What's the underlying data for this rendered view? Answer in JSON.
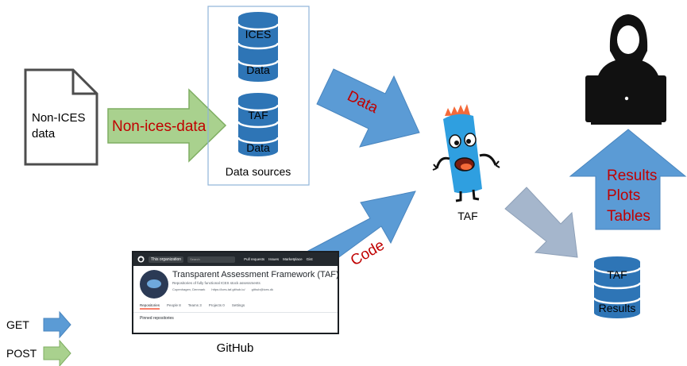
{
  "non_ices_doc": {
    "line1": "Non-ICES",
    "line2": "data"
  },
  "arrow_non_ices": {
    "label": "Non-ices-data"
  },
  "data_sources": {
    "caption": "Data sources",
    "ices_db": {
      "top": "ICES",
      "bottom": "Data"
    },
    "taf_db": {
      "top": "TAF",
      "bottom": "Data"
    }
  },
  "arrow_data": {
    "label": "Data"
  },
  "arrow_code": {
    "label": "Code"
  },
  "taf_mascot": {
    "caption": "TAF"
  },
  "results_arrow": {
    "line1": "Results",
    "line2": "Plots",
    "line3": "Tables"
  },
  "results_db": {
    "top": "TAF",
    "bottom": "Results"
  },
  "github": {
    "caption": "GitHub",
    "org_label": "This organization",
    "search_placeholder": "Search",
    "nav": [
      "Pull requests",
      "Issues",
      "Marketplace",
      "Gist"
    ],
    "title": "Transparent Assessment Framework (TAF)",
    "description": "Repositories of fully functional ICES stock assessments",
    "meta": [
      "Copenhagen, Denmark",
      "https://ices-taf.github.io/",
      "github@ices.dk"
    ],
    "tabs": [
      "Repositories",
      "People 8",
      "Teams 3",
      "Projects 0",
      "Settings"
    ],
    "pinned": "Pinned repositories"
  },
  "legend": {
    "get": "GET",
    "post": "POST",
    "get_color": "#5b9bd5",
    "post_color": "#a9d18e"
  },
  "colors": {
    "blue": "#5b9bd5",
    "green": "#a9d18e",
    "gray_blue": "#a5b6cc",
    "red_text": "#c00000",
    "mascot_body": "#2f9fe0",
    "mascot_hair": "#f46a3a"
  }
}
